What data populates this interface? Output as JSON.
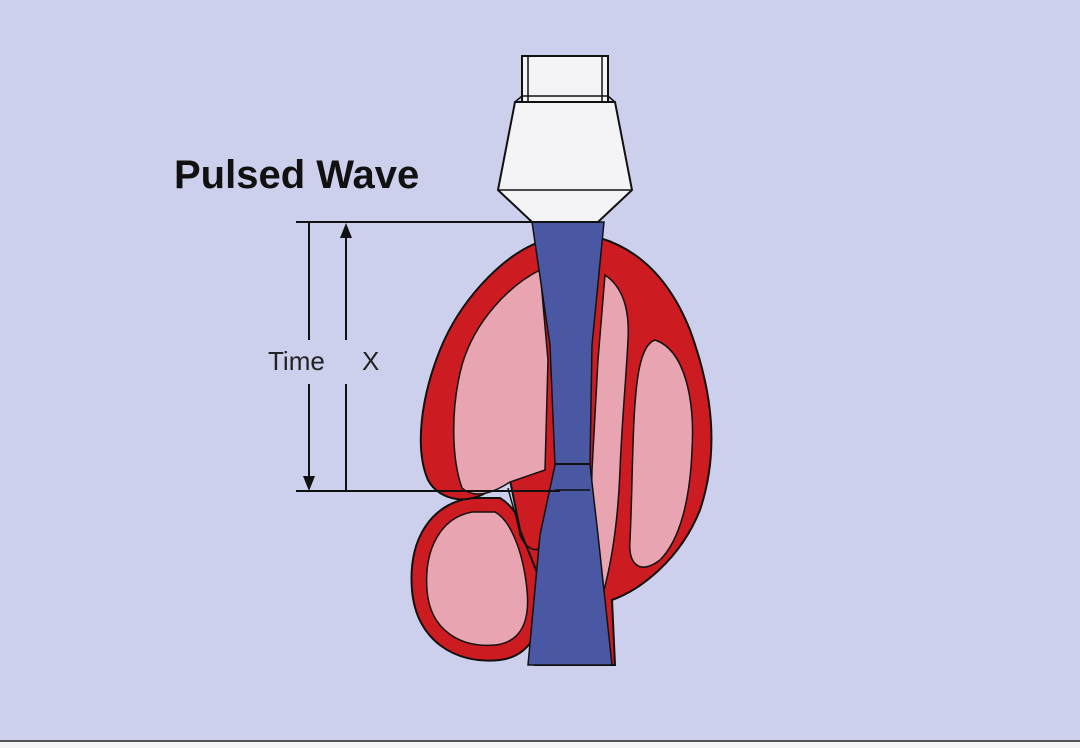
{
  "diagram": {
    "title": "Pulsed Wave",
    "time_label": "Time",
    "distance_label": "X"
  },
  "colors": {
    "background": "#cdd0ec",
    "myocardium": "#cc1c22",
    "chamber": "#e8a4b0",
    "beam": "#4a58a4",
    "transducer": "#f4f4f6",
    "outline": "#111111"
  },
  "icons": {
    "transducer": "ultrasound-transducer-icon",
    "heart": "heart-cross-section-icon"
  }
}
